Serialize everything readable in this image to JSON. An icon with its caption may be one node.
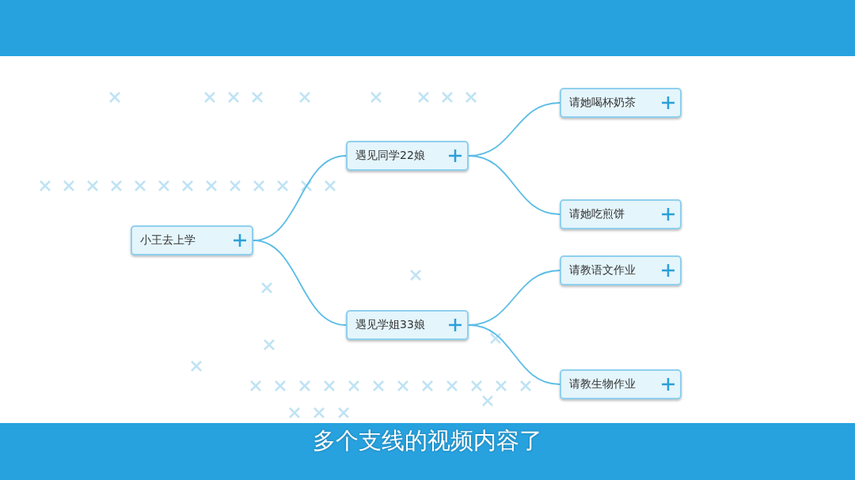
{
  "diagram": {
    "caption": "多个支线的视频内容了",
    "nodes": [
      {
        "text": [
          "小王去上学"
        ]
      },
      {
        "text": [
          "遇见同学22娘"
        ]
      },
      {
        "text": [
          "遇见学姐33娘"
        ]
      },
      {
        "text": [
          "请她喝杯奶茶"
        ]
      },
      {
        "text": [
          "请她吃煎饼"
        ]
      },
      {
        "text": [
          "请教语文作业"
        ]
      },
      {
        "text": [
          "请教生物作业"
        ]
      }
    ],
    "edges": [
      {
        "from": 0,
        "to": 1,
        "arrow": "none"
      },
      {
        "from": 0,
        "to": 2,
        "arrow": "none"
      },
      {
        "from": 1,
        "to": 3,
        "arrow": "none"
      },
      {
        "from": 1,
        "to": 4,
        "arrow": "none"
      },
      {
        "from": 2,
        "to": 5,
        "arrow": "none"
      },
      {
        "from": 2,
        "to": 6,
        "arrow": "none"
      }
    ]
  }
}
